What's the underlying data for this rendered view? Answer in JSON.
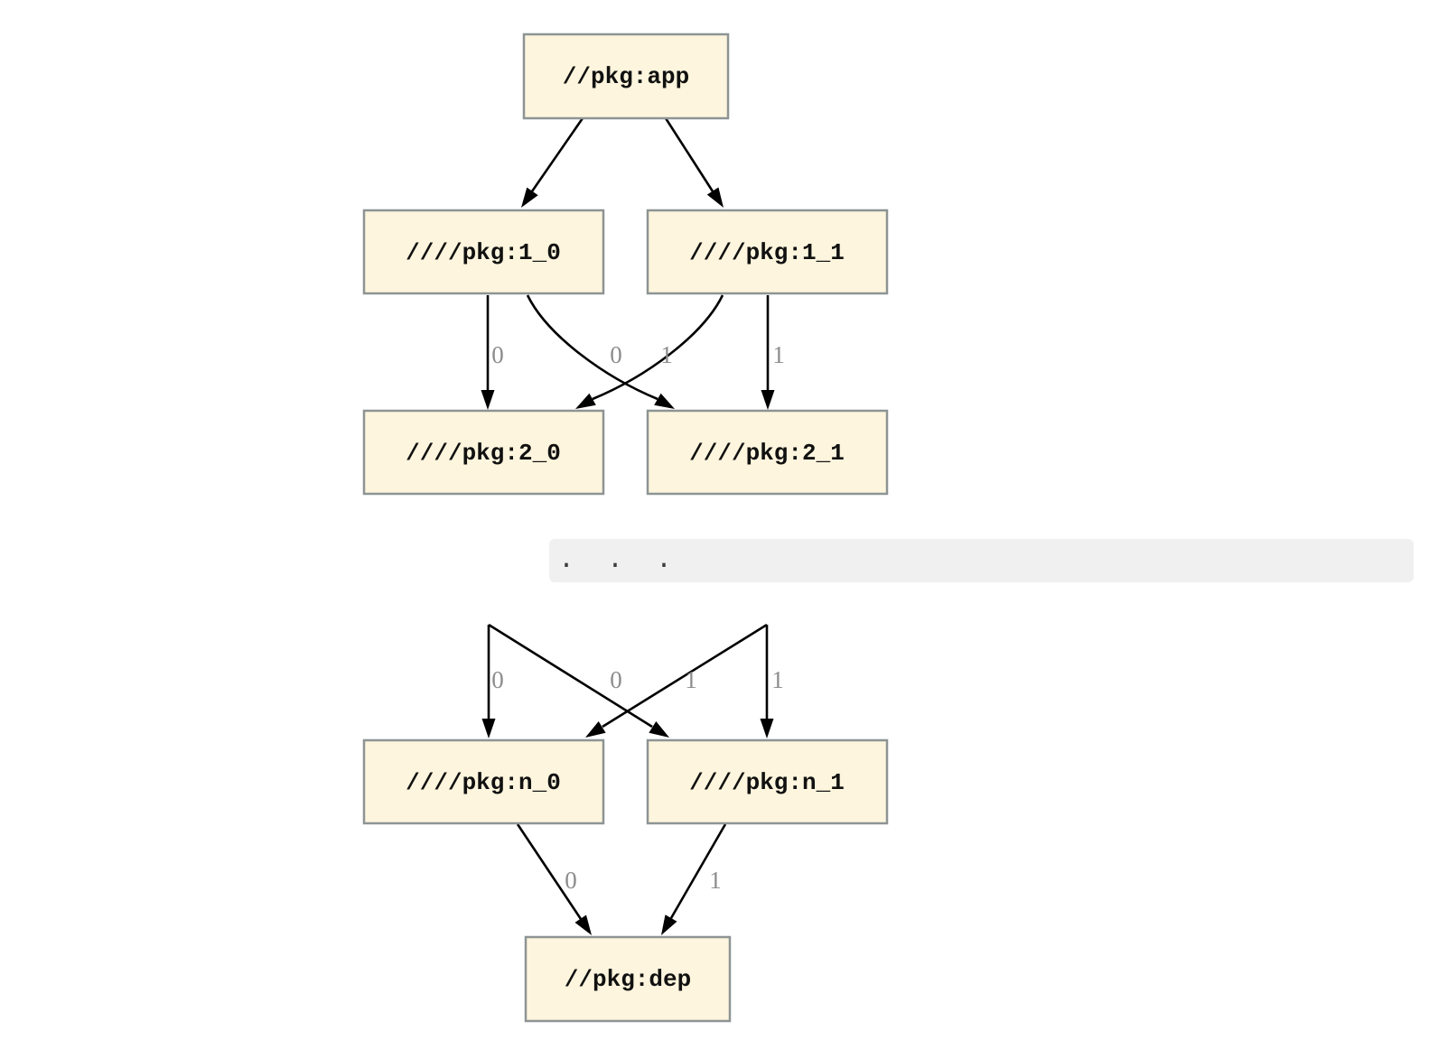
{
  "diagram": {
    "colors": {
      "node_fill": "#fdf5dd",
      "node_border": "#8e9494",
      "edge": "#000000",
      "edge_label": "#8c8c8c",
      "code_bar_bg": "#f0f0f0",
      "code_bar_text": "#3d3d3d"
    },
    "top_graph": {
      "nodes": [
        {
          "id": "app",
          "label": "//pkg:app"
        },
        {
          "id": "pkg_1_0",
          "label": "////pkg:1_0"
        },
        {
          "id": "pkg_1_1",
          "label": "////pkg:1_1"
        },
        {
          "id": "pkg_2_0",
          "label": "////pkg:2_0"
        },
        {
          "id": "pkg_2_1",
          "label": "////pkg:2_1"
        }
      ],
      "edges": [
        {
          "from": "//pkg:app",
          "to": "////pkg:1_0",
          "label": ""
        },
        {
          "from": "//pkg:app",
          "to": "////pkg:1_1",
          "label": ""
        },
        {
          "from": "////pkg:1_0",
          "to": "////pkg:2_0",
          "label": "0"
        },
        {
          "from": "////pkg:1_0",
          "to": "////pkg:2_1",
          "label": "1"
        },
        {
          "from": "////pkg:1_1",
          "to": "////pkg:2_0",
          "label": "0"
        },
        {
          "from": "////pkg:1_1",
          "to": "////pkg:2_1",
          "label": "1"
        }
      ]
    },
    "separator": {
      "text": ".  .  ."
    },
    "bottom_graph": {
      "nodes": [
        {
          "id": "pkg_n_0",
          "label": "////pkg:n_0"
        },
        {
          "id": "pkg_n_1",
          "label": "////pkg:n_1"
        },
        {
          "id": "dep",
          "label": "//pkg:dep"
        }
      ],
      "edges": [
        {
          "from": "…",
          "to": "////pkg:n_0",
          "label": "0"
        },
        {
          "from": "…",
          "to": "////pkg:n_1",
          "label": "1"
        },
        {
          "from": "…",
          "to": "////pkg:n_0",
          "label": "0"
        },
        {
          "from": "…",
          "to": "////pkg:n_1",
          "label": "1"
        },
        {
          "from": "////pkg:n_0",
          "to": "//pkg:dep",
          "label": "0"
        },
        {
          "from": "////pkg:n_1",
          "to": "//pkg:dep",
          "label": "1"
        }
      ]
    }
  }
}
